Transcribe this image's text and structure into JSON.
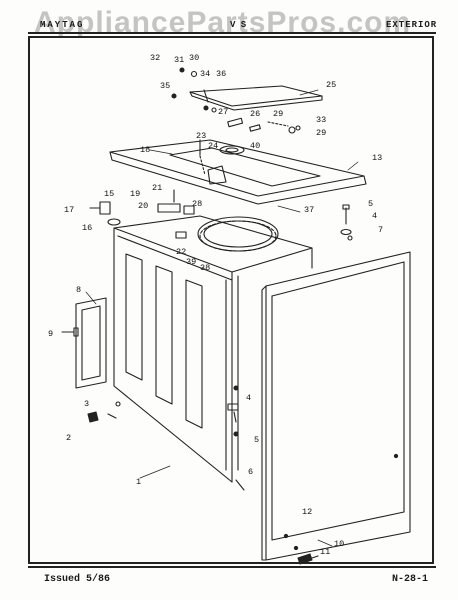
{
  "watermark": "AppliancePartsPros.com",
  "header": {
    "left": "MAYTAG",
    "mid": "V S",
    "right": "EXTERIOR"
  },
  "footer": {
    "issued": "Issued 5/86",
    "page_code": "N-28-1"
  },
  "callouts": [
    "1",
    "2",
    "3",
    "4",
    "4",
    "5",
    "5",
    "6",
    "7",
    "8",
    "9",
    "10",
    "11",
    "12",
    "13",
    "15",
    "16",
    "17",
    "18",
    "19",
    "20",
    "21",
    "22",
    "23",
    "24",
    "25",
    "26",
    "27",
    "28",
    "29",
    "29",
    "30",
    "31",
    "32",
    "33",
    "34",
    "35",
    "36",
    "37",
    "38",
    "39",
    "40"
  ]
}
